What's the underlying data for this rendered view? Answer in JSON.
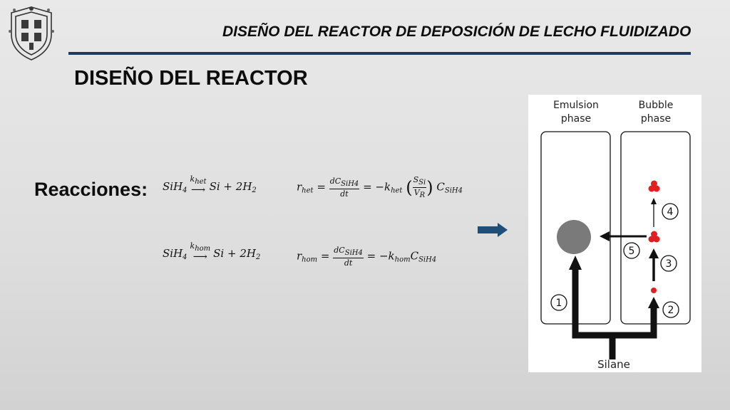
{
  "header": {
    "title": "DISEÑO DEL REACTOR DE DEPOSICIÓN DE LECHO FLUIDIZADO"
  },
  "slide": {
    "title": "DISEÑO DEL REACTOR",
    "reactions_label": "Reacciones:"
  },
  "equations": {
    "het_reaction": {
      "reactant": "SiH",
      "reactant_sub": "4",
      "k": "k",
      "k_sub": "het",
      "products": "Si + 2H",
      "products_sub": "2"
    },
    "het_rate": {
      "lhs": "r",
      "lhs_sub": "het",
      "num": "dC",
      "num_sub": "SiH4",
      "den": "dt",
      "mid": "= −k",
      "mid_sub": "het",
      "inner_num": "S",
      "inner_num_sub": "Si",
      "inner_den": "V",
      "inner_den_sub": "R",
      "tail": "C",
      "tail_sub": "SiH4"
    },
    "hom_reaction": {
      "reactant": "SiH",
      "reactant_sub": "4",
      "k": "k",
      "k_sub": "hom",
      "products": "Si + 2H",
      "products_sub": "2"
    },
    "hom_rate": {
      "lhs": "r",
      "lhs_sub": "hom",
      "num": "dC",
      "num_sub": "SiH4",
      "den": "dt",
      "mid": "= −k",
      "mid_sub": "hom",
      "tail": "C",
      "tail_sub": "SiH4"
    }
  },
  "figure": {
    "emulsion_label_1": "Emulsion",
    "emulsion_label_2": "phase",
    "bubble_label_1": "Bubble",
    "bubble_label_2": "phase",
    "silane_label": "Silane",
    "step_1": "1",
    "step_2": "2",
    "step_3": "3",
    "step_4": "4",
    "step_5": "5"
  },
  "colors": {
    "rule": "#1f3b63",
    "blue_arrow": "#1f4e79",
    "particle_red": "#e02020",
    "emulsion_grey": "#7a7a7a"
  }
}
